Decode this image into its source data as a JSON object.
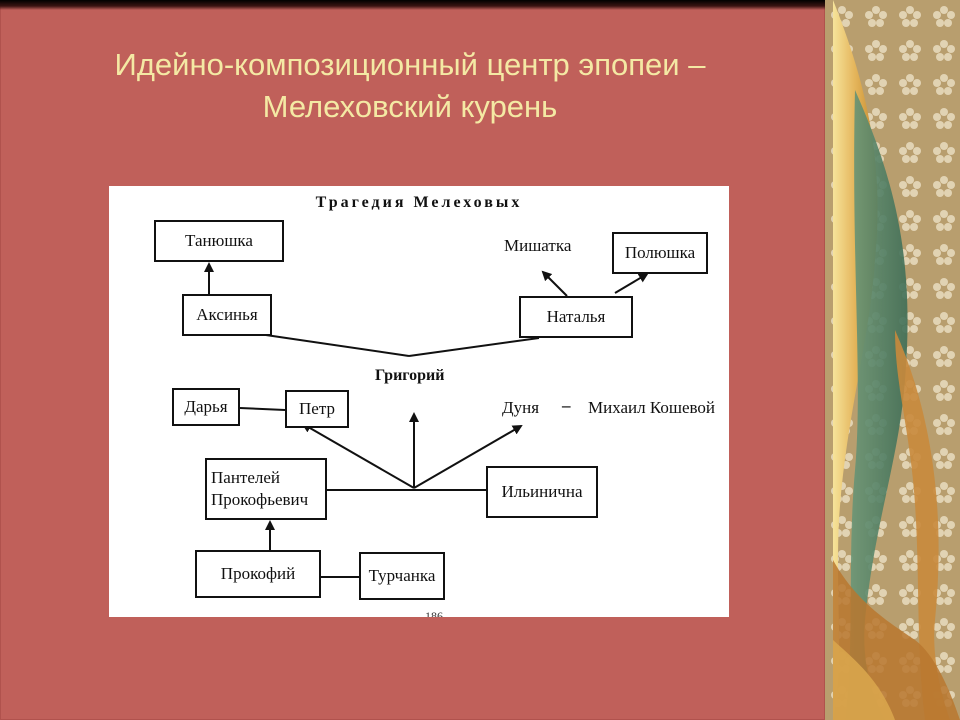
{
  "slide": {
    "title_line1": "Идейно-композиционный центр эпопеи –",
    "title_line2": "Мелеховский курень"
  },
  "diagram": {
    "title": "Трагедия Мелеховых",
    "center": "Григорий",
    "nodes": {
      "tanyushka": "Танюшка",
      "aksinya": "Аксинья",
      "mishatka": "Мишатка",
      "polyushka": "Полюшка",
      "natalya": "Наталья",
      "darya": "Дарья",
      "petr": "Петр",
      "dunya": "Дуня",
      "dash": "–",
      "mikhail": "Михаил Кошевой",
      "panteley_line1": "Пантелей",
      "panteley_line2": "Прокофьевич",
      "ilyinichna": "Ильинична",
      "prokofiy": "Прокофий",
      "turchanka": "Турчанка"
    },
    "page_number": "186"
  },
  "colors": {
    "background": "#c0605a",
    "title_text": "#f4e9a4",
    "diagram_bg": "#ffffff",
    "ink": "#111111"
  },
  "decoration": {
    "right_panel": "floral-curtain-ornament"
  }
}
